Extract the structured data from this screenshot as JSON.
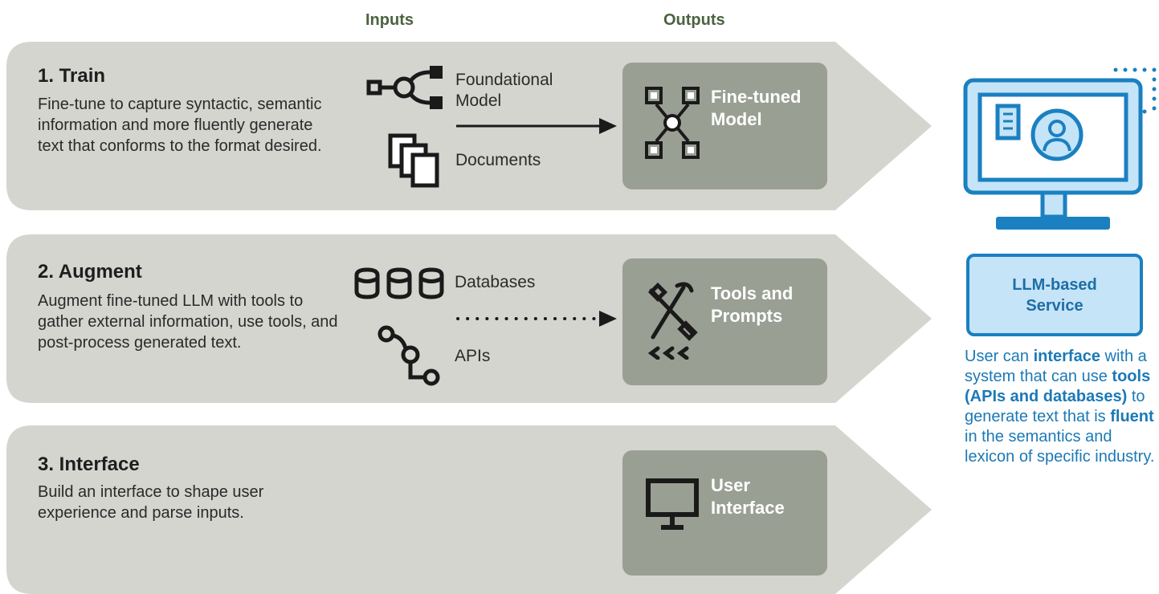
{
  "columns": {
    "inputs": "Inputs",
    "outputs": "Outputs"
  },
  "steps": [
    {
      "title": "1.  Train",
      "description": "Fine-tune to capture syntactic, semantic information and more fluently generate text that conforms to the format desired.",
      "inputs": [
        {
          "label": "Foundational Model",
          "icon": "network-model-icon"
        },
        {
          "label": "Documents",
          "icon": "documents-icon"
        }
      ],
      "connector": "solid-arrow",
      "output": {
        "label": "Fine-tuned Model",
        "icon": "hub-network-icon"
      }
    },
    {
      "title": "2.  Augment",
      "description": "Augment fine-tuned LLM with tools to gather external information, use tools, and post-process generated text.",
      "inputs": [
        {
          "label": "Databases",
          "icon": "database-icon"
        },
        {
          "label": "APIs",
          "icon": "api-connector-icon"
        }
      ],
      "connector": "dotted-arrow",
      "output": {
        "label": "Tools and Prompts",
        "icon": "tools-icon"
      }
    },
    {
      "title": "3.  Interface",
      "description": "Build an interface to shape user experience and parse inputs.",
      "inputs": [],
      "output": {
        "label": "User Interface",
        "icon": "monitor-icon"
      }
    }
  ],
  "service": {
    "box_label": "LLM-based Service",
    "icon": "computer-user-icon",
    "note_parts": [
      {
        "text": "User can ",
        "bold": false
      },
      {
        "text": "interface",
        "bold": true
      },
      {
        "text": " with a system that can use ",
        "bold": false
      },
      {
        "text": "tools (APIs and databases)",
        "bold": true
      },
      {
        "text": " to generate text that is ",
        "bold": false
      },
      {
        "text": "fluent",
        "bold": true
      },
      {
        "text": " in the semantics and lexicon of specific industry.",
        "bold": false
      }
    ]
  },
  "colors": {
    "band": "#d4d5cf",
    "output_box": "#9a9f93",
    "heading": "#4c6240",
    "service_blue": "#1a80c1",
    "service_fill": "#c5e4f8"
  }
}
